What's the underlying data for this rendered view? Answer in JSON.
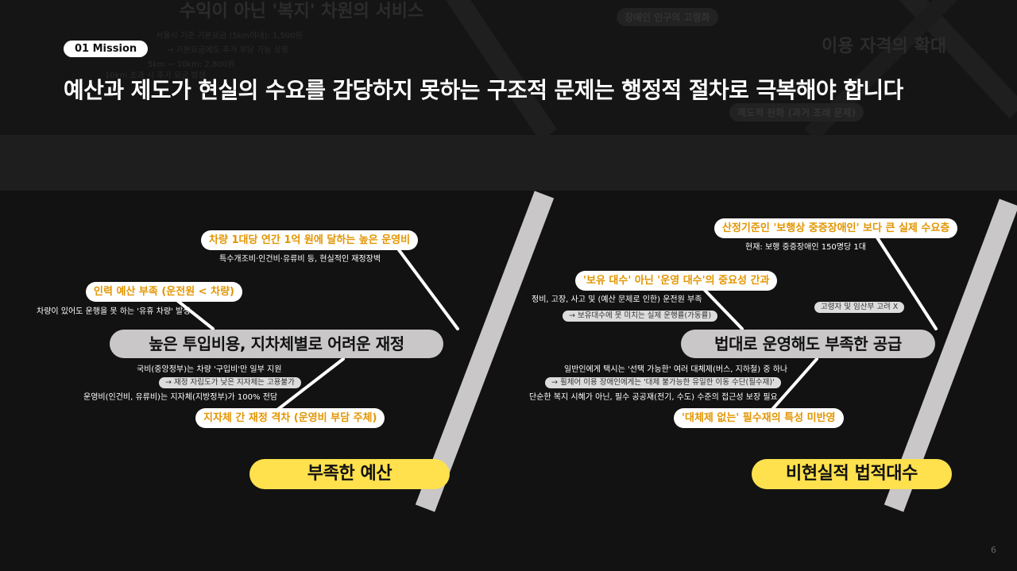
{
  "ghost": {
    "title1": "수익이 아닌 '복지' 차원의 서비스",
    "sub1": "서울시 기준 기본요금 (5km이내): 1,500원",
    "sub2": "→ 기본요금에도 추가 부담 가능 상황",
    "sub3": "5km ~ 10km: 2,800원",
    "sub4": "10km 초과 시 추가 요금 발생",
    "pill1": "장애인 인구의 고령화",
    "title2": "이용 자격의 확대",
    "pill2": "제도적 완화 (과거 조례 문제)"
  },
  "header": {
    "mission_badge": "01 Mission",
    "headline": "예산과 제도가 현실의 수요를 감당하지 못하는 구조적 문제는 행정적 절차로 극복해야 합니다"
  },
  "left": {
    "spine_label": "높은 투입비용, 지차체별로 어려운 재정",
    "head_label": "부족한 예산",
    "cause1": {
      "label": "차량 1대당 연간 1억 원에 달하는 높은 운영비",
      "note": "특수개조비·인건비·유류비 등, 현실적인 재정장벽"
    },
    "cause2": {
      "label": "인력 예산 부족 (운전원 < 차량)",
      "note": "차량이 있어도 운행을 못 하는 '유휴 차량' 발생"
    },
    "cause3": {
      "label": "지자체 간 재정 격차 (운영비 부담 주체)",
      "note1": "국비(중앙정부)는 차량 '구입비'만 일부 지원",
      "arrow": "→ 재정 자립도가 낮은 지자체는 고용불가",
      "note2": "운영비(인건비, 유류비)는 지자체(지방정부)가 100% 전담"
    }
  },
  "right": {
    "spine_label": "법대로 운영해도 부족한 공급",
    "head_label": "비현실적 법적대수",
    "cause1": {
      "label": "산정기준인 '보행상 중증장애인' 보다 큰 실제 수요층",
      "note": "현재: 보행 중증장애인 150명당 1대"
    },
    "extra_note": "고령자 및 임산부 고려 X",
    "cause2": {
      "label": "'보유 대수' 아닌 '운영 대수'의 중요성 간과",
      "note": "정비, 고장, 사고 및 (예산 문제로 인한) 운전원 부족",
      "arrow": "→ 보유대수에 못 미치는 실제 운행률(가동률)"
    },
    "cause3": {
      "label": "'대체제 없는' 필수재의 특성 미반영",
      "note1": "일반인에게 택시는 '선택 가능한' 여러 대체제(버스, 지하철) 중 하나",
      "arrow": "→ 휠체어 이용 장애인에게는 '대체 불가능한 유일한 이동 수단(필수재)'",
      "note2": "단순한 복지 시혜가 아닌, 필수 공공재(전기, 수도) 수준의 접근성 보장 필요"
    }
  },
  "page_number": "6",
  "colors": {
    "background": "#121212",
    "spine": "#c9c7c8",
    "accent_yellow": "#ffe14e",
    "cause_text_orange": "#e39500"
  }
}
